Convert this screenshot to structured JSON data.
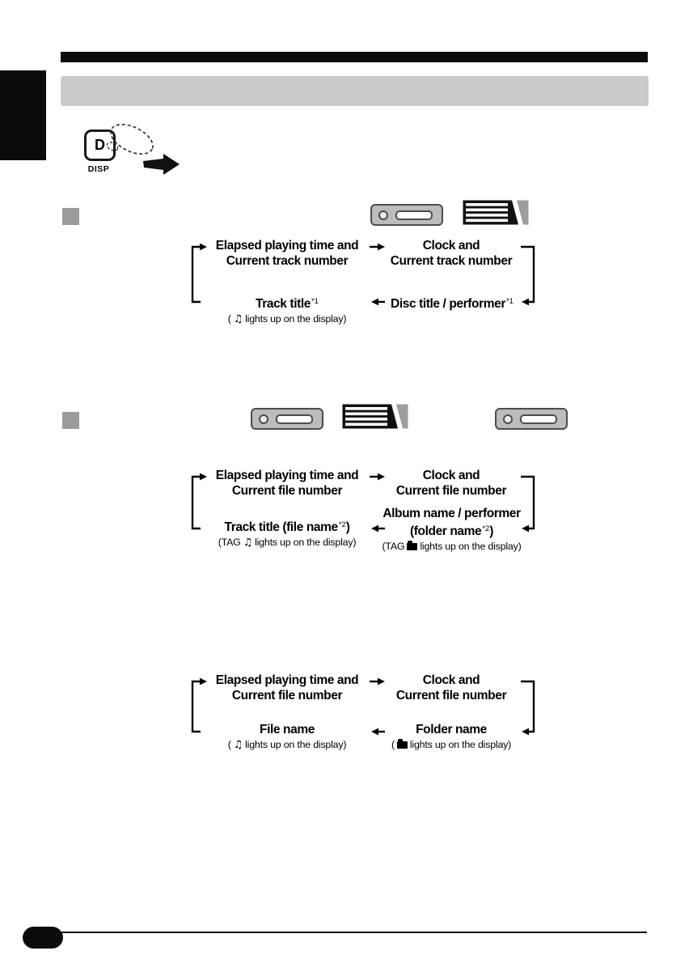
{
  "colors": {
    "rule": "#0b0b0b",
    "header_bar": "#c9caca",
    "section_marker": "#9b9b9b"
  },
  "disp_key": {
    "letter": "D",
    "label": "DISP"
  },
  "icons": {
    "row1": [
      "cd-receiver-icon",
      "display-panel-icon"
    ],
    "row2": [
      "cd-receiver-icon",
      "display-panel-icon",
      "cd-receiver-icon"
    ]
  },
  "d1": {
    "tl1": "Elapsed playing time and",
    "tl2": "Current track number",
    "tr1": "Clock and",
    "tr2": "Current track number",
    "bl_title": "Track title",
    "bl_sup": "*1",
    "bl_title_post": "",
    "bl_note_pre": "(",
    "bl_note_icon": "music-note",
    "bl_note_post": "lights up on the display)",
    "br_title": "Disc title / performer",
    "br_sup": "*1"
  },
  "d2": {
    "tl1": "Elapsed playing time and",
    "tl2": "Current file number",
    "tr1": "Clock and",
    "tr2": "Current file number",
    "bl_title": "Track title (file name",
    "bl_sup": "*2",
    "bl_title_post": ")",
    "bl_note_pre": "(TAG",
    "bl_note_icon": "music-note",
    "bl_note_post": "lights up on the display)",
    "br_line1": "Album name / performer",
    "br_line2_pre": "(folder name",
    "br_sup": "*2",
    "br_line2_post": ")",
    "br_note_pre": "(TAG",
    "br_note_icon": "folder",
    "br_note_post": "lights up on the display)"
  },
  "d3": {
    "tl1": "Elapsed playing time and",
    "tl2": "Current file number",
    "tr1": "Clock and",
    "tr2": "Current file number",
    "bl_title": "File name",
    "bl_note_pre": "(",
    "bl_note_icon": "music-note",
    "bl_note_post": "lights up on the display)",
    "br_title": "Folder name",
    "br_note_pre": "(",
    "br_note_icon": "folder",
    "br_note_post": "lights up on the display)"
  }
}
